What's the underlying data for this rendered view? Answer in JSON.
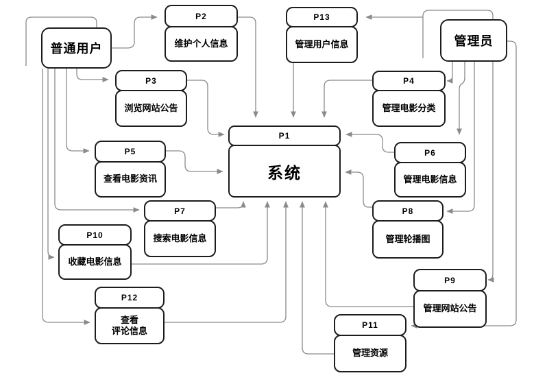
{
  "diagram": {
    "actors": {
      "user": "普通用户",
      "admin": "管理员"
    },
    "system": {
      "id": "P1",
      "label": "系统"
    },
    "processes": [
      {
        "id": "P2",
        "label": "维护个人信息"
      },
      {
        "id": "P13",
        "label": "管理用户信息"
      },
      {
        "id": "P3",
        "label": "浏览网站公告"
      },
      {
        "id": "P4",
        "label": "管理电影分类"
      },
      {
        "id": "P5",
        "label": "查看电影资讯"
      },
      {
        "id": "P6",
        "label": "管理电影信息"
      },
      {
        "id": "P7",
        "label": "搜索电影信息"
      },
      {
        "id": "P8",
        "label": "管理轮播图"
      },
      {
        "id": "P10",
        "label": "收藏电影信息"
      },
      {
        "id": "P12",
        "label": "查看\n评论信息"
      },
      {
        "id": "P9",
        "label": "管理网站公告"
      },
      {
        "id": "P11",
        "label": "管理资源"
      }
    ],
    "colors": {
      "line": "#8a8a8a",
      "border": "#1c1c1c",
      "background": "#ffffff"
    }
  }
}
